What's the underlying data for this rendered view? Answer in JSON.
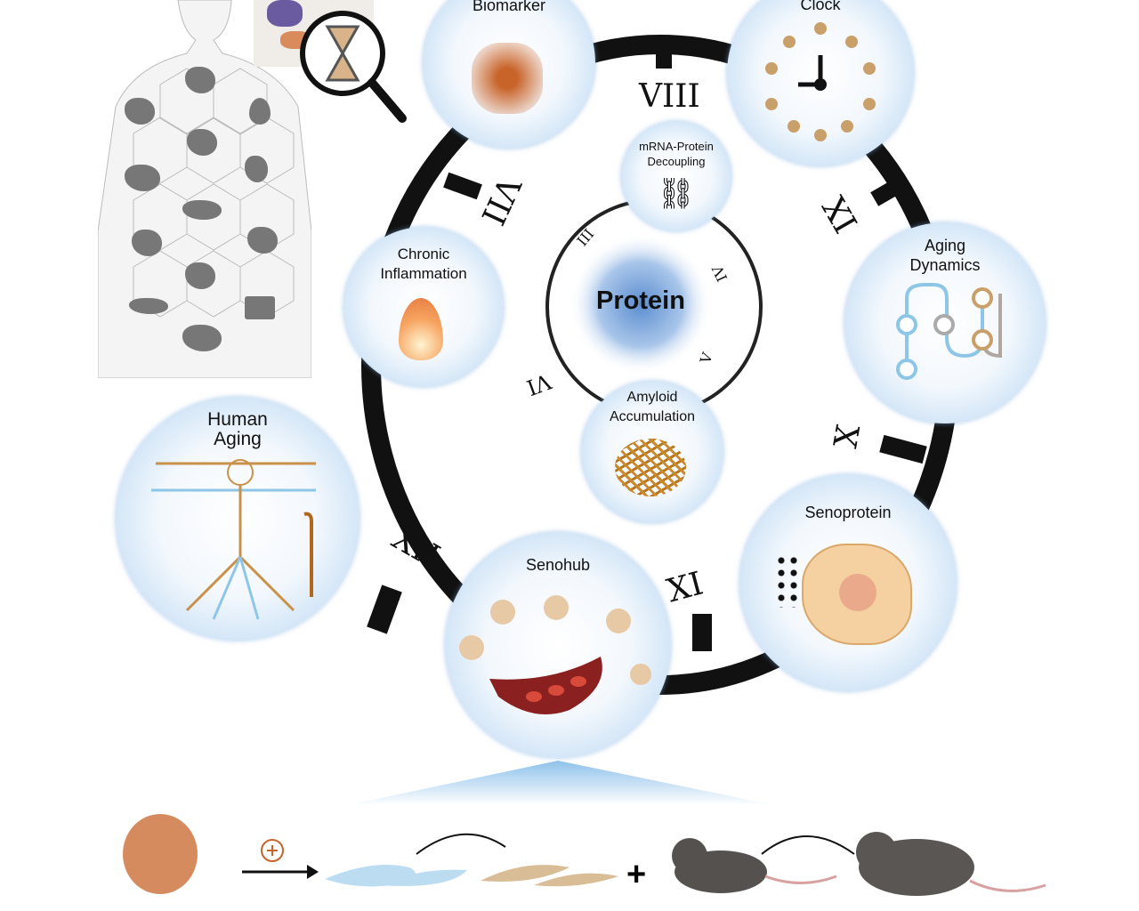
{
  "center": {
    "label": "Protein"
  },
  "outer_numerals": [
    "VII",
    "VIII",
    "IX",
    "X",
    "XI",
    "XII"
  ],
  "inner_numerals": [
    "III",
    "IV",
    "V",
    "VI"
  ],
  "bubbles": {
    "aging_biomarker": "Aging\nBiomarker",
    "aging_clock": "Aging\nClock",
    "mrna": "mRNA-Protein\nDecoupling",
    "inflammation": "Chronic\nInflammation",
    "dynamics": "Aging\nDynamics",
    "amyloid": "Amyloid\nAccumulation",
    "human_aging": "Human\nAging",
    "senohub": "Senohub",
    "senoprotein": "Senoprotein"
  },
  "bottom": {
    "plus_sign": "+",
    "combine_sign": "+"
  },
  "colors": {
    "protein": "#c8642a",
    "ring": "#111111",
    "bubble_edge": "#8ec1ea",
    "cell_blue": "#bcdcf2",
    "cell_tan": "#d8bd97",
    "mouse": "#55514f"
  }
}
